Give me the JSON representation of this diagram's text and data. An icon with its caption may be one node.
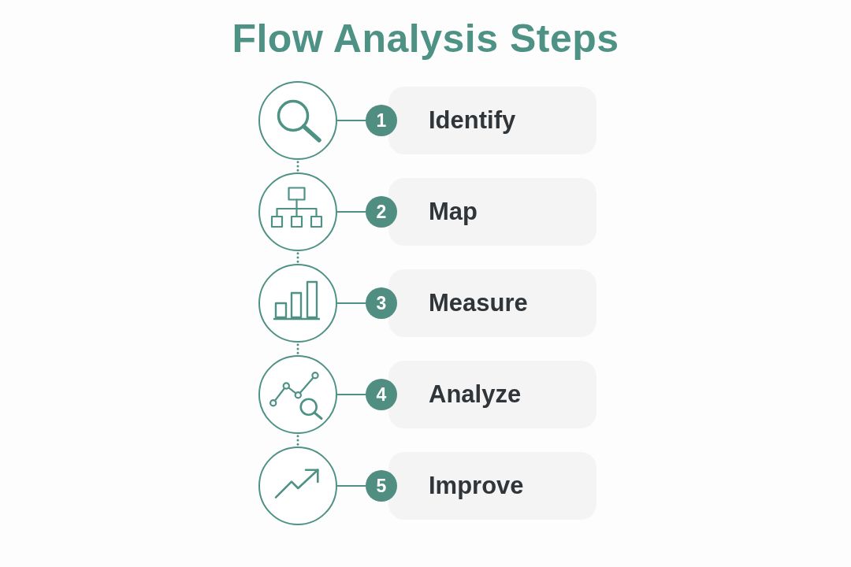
{
  "diagram": {
    "title": "Flow Analysis Steps",
    "nodes": [
      {
        "text": [],
        "shape": "circle"
      },
      {
        "text": [
          "1"
        ]
      },
      {
        "text": [
          "Identify"
        ]
      },
      {
        "text": [],
        "shape": "circle"
      },
      {
        "text": [
          "2"
        ]
      },
      {
        "text": [
          "Map"
        ]
      },
      {
        "text": [],
        "shape": "circle"
      },
      {
        "text": [
          "3"
        ]
      },
      {
        "text": [
          "Measure"
        ]
      },
      {
        "text": [],
        "shape": "circle"
      },
      {
        "text": [
          "4"
        ]
      },
      {
        "text": [
          "Analyze"
        ]
      },
      {
        "text": [],
        "shape": "circle"
      },
      {
        "text": [
          "5"
        ]
      },
      {
        "text": [
          "Improve"
        ]
      }
    ],
    "edges": [
      {
        "from": 0,
        "to": 1,
        "arrow": "none"
      },
      {
        "from": 0,
        "to": 3,
        "arrow": "none",
        "style": "dashed"
      },
      {
        "from": 3,
        "to": 4,
        "arrow": "none"
      },
      {
        "from": 3,
        "to": 6,
        "arrow": "none",
        "style": "dashed"
      },
      {
        "from": 6,
        "to": 7,
        "arrow": "none"
      },
      {
        "from": 6,
        "to": 9,
        "arrow": "none",
        "style": "dashed"
      },
      {
        "from": 9,
        "to": 10,
        "arrow": "none"
      },
      {
        "from": 9,
        "to": 12,
        "arrow": "none",
        "style": "dashed"
      },
      {
        "from": 12,
        "to": 13,
        "arrow": "none"
      }
    ]
  }
}
